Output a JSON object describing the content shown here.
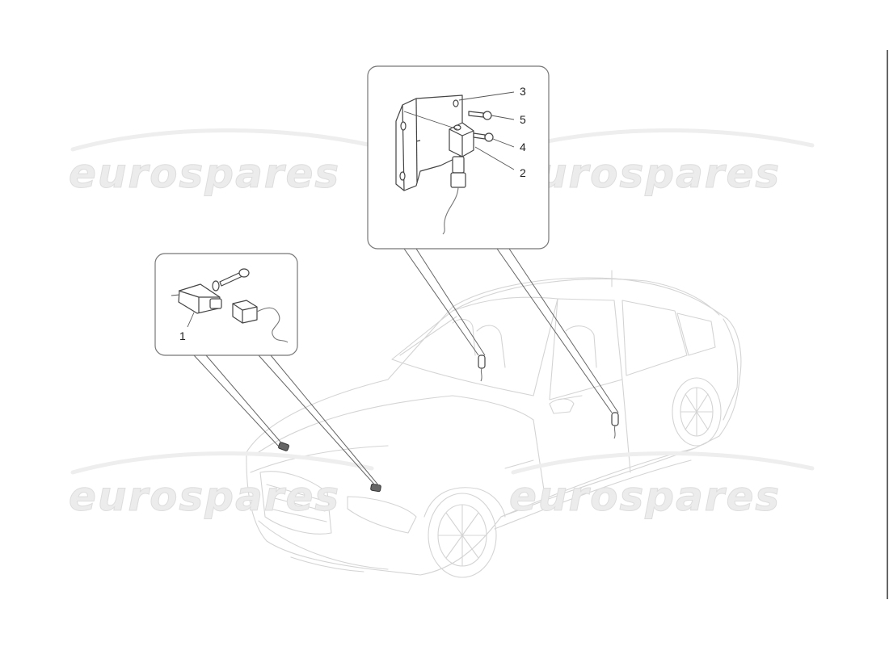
{
  "watermark": {
    "text": "eurospares",
    "color": "#ececec"
  },
  "callouts": {
    "part_1": "1",
    "part_2": "2",
    "part_3": "3",
    "part_4": "4",
    "part_5": "5"
  },
  "icons": {
    "sensor_front": "crash-sensor-icon",
    "sensor_side": "side-impact-sensor-icon"
  },
  "colors": {
    "line_art": "#444444",
    "background_car": "#d4d4d4",
    "right_rule": "#333333"
  }
}
